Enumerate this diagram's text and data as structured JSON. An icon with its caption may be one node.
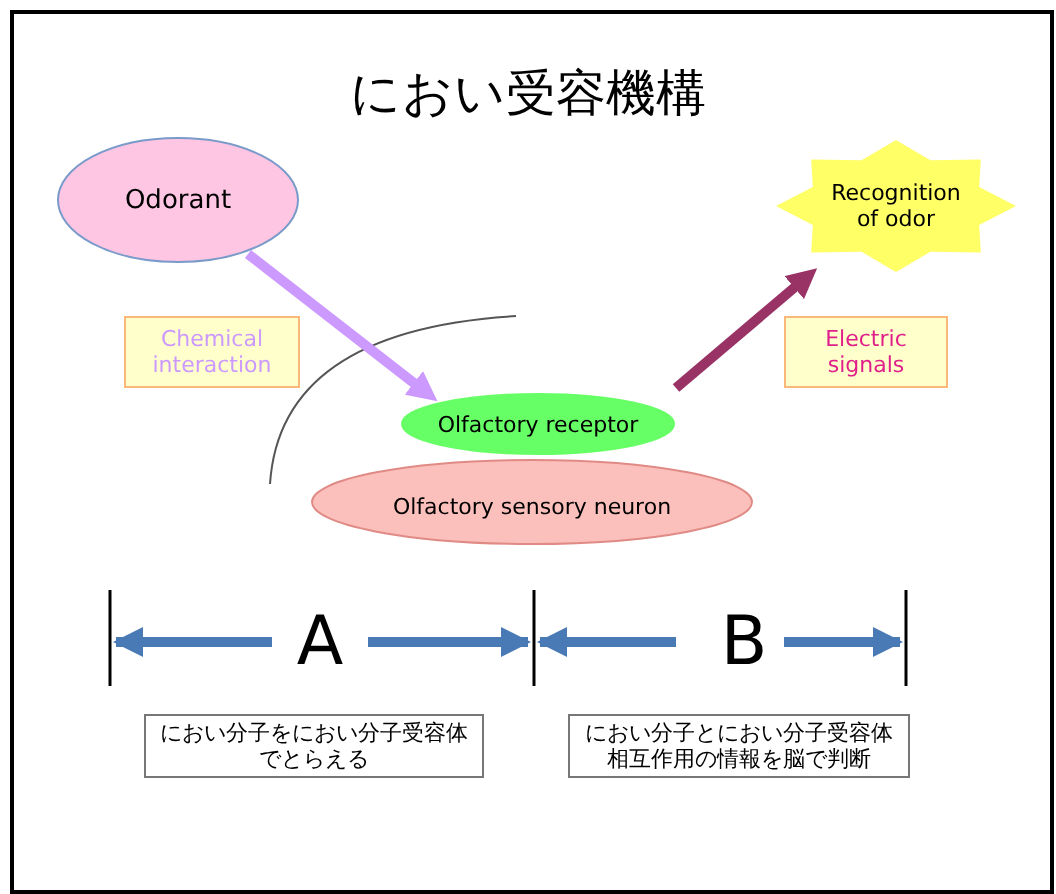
{
  "diagram": {
    "title": "におい受容機構",
    "nodes": [
      {
        "text": [
          "Odorant"
        ]
      },
      {
        "text": [
          "Chemical interaction"
        ]
      },
      {
        "text": [
          "Olfactory receptor"
        ]
      },
      {
        "text": [
          "Olfactory sensory neuron"
        ]
      },
      {
        "text": [
          "Recognition of odor"
        ]
      },
      {
        "text": [
          "Electric signals"
        ]
      },
      {
        "text": [
          "におい分子をにおい分子受容体でとらえる"
        ]
      },
      {
        "text": [
          "におい分子とにおい分子受容体相互作用の情報を脳で判断"
        ]
      }
    ],
    "edges": [
      {
        "from": 0,
        "to": 2,
        "arrow": "to",
        "color": "#cc99ff"
      },
      {
        "from": 2,
        "to": 4,
        "arrow": "to",
        "color": "#993366"
      }
    ],
    "labels": [
      "A",
      "B"
    ]
  }
}
